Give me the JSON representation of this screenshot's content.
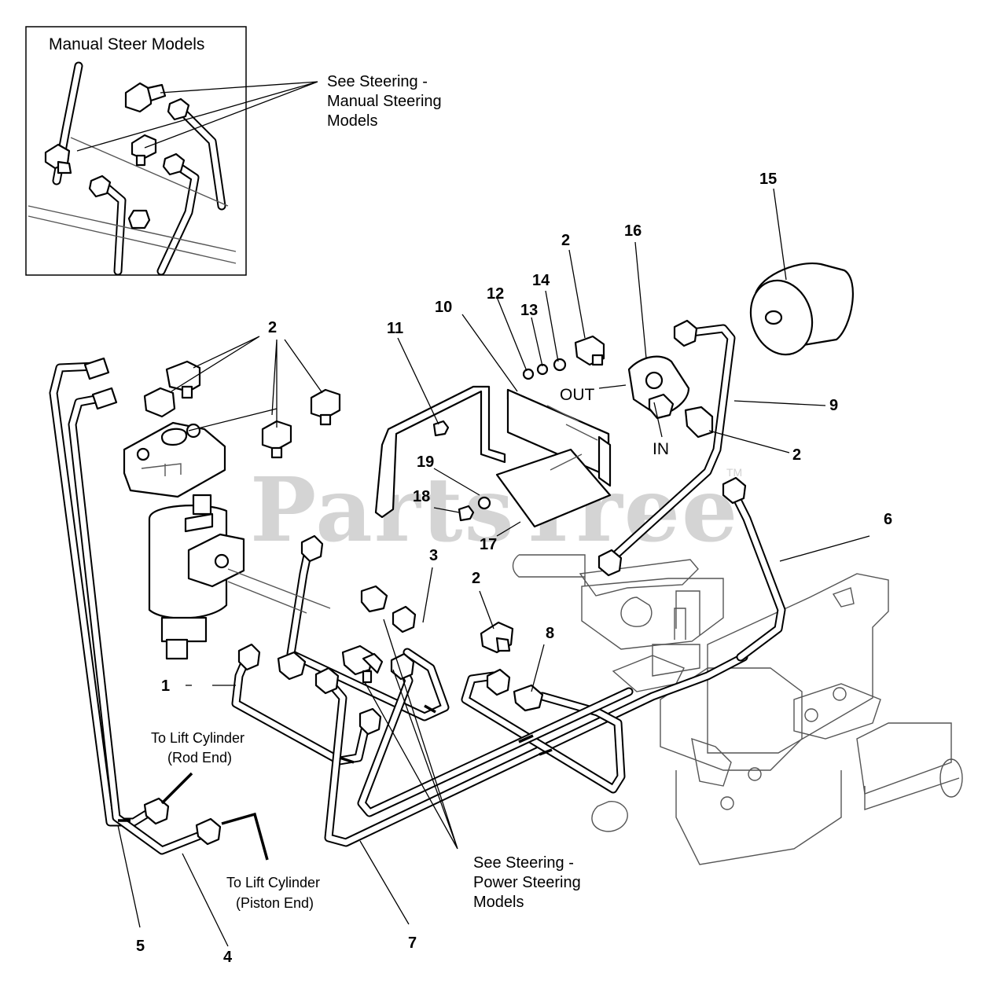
{
  "watermark": {
    "text": "PartsTree",
    "tm": "TM"
  },
  "inset": {
    "title": "Manual Steer Models",
    "note_line1": "See Steering -",
    "note_line2": "Manual Steering",
    "note_line3": "Models"
  },
  "callouts": {
    "c1": "1",
    "c2a": "2",
    "c2b": "2",
    "c2c": "2",
    "c2d": "2",
    "c3": "3",
    "c4": "4",
    "c5": "5",
    "c6": "6",
    "c7": "7",
    "c8": "8",
    "c9": "9",
    "c10": "10",
    "c11": "11",
    "c12": "12",
    "c13": "13",
    "c14": "14",
    "c15": "15",
    "c16": "16",
    "c17": "17",
    "c18": "18",
    "c19": "19"
  },
  "ports": {
    "out": "OUT",
    "in": "IN"
  },
  "notes": {
    "rod_line1": "To Lift Cylinder",
    "rod_line2": "(Rod End)",
    "piston_line1": "To Lift Cylinder",
    "piston_line2": "(Piston End)",
    "power_line1": "See Steering -",
    "power_line2": "Power Steering",
    "power_line3": "Models"
  }
}
